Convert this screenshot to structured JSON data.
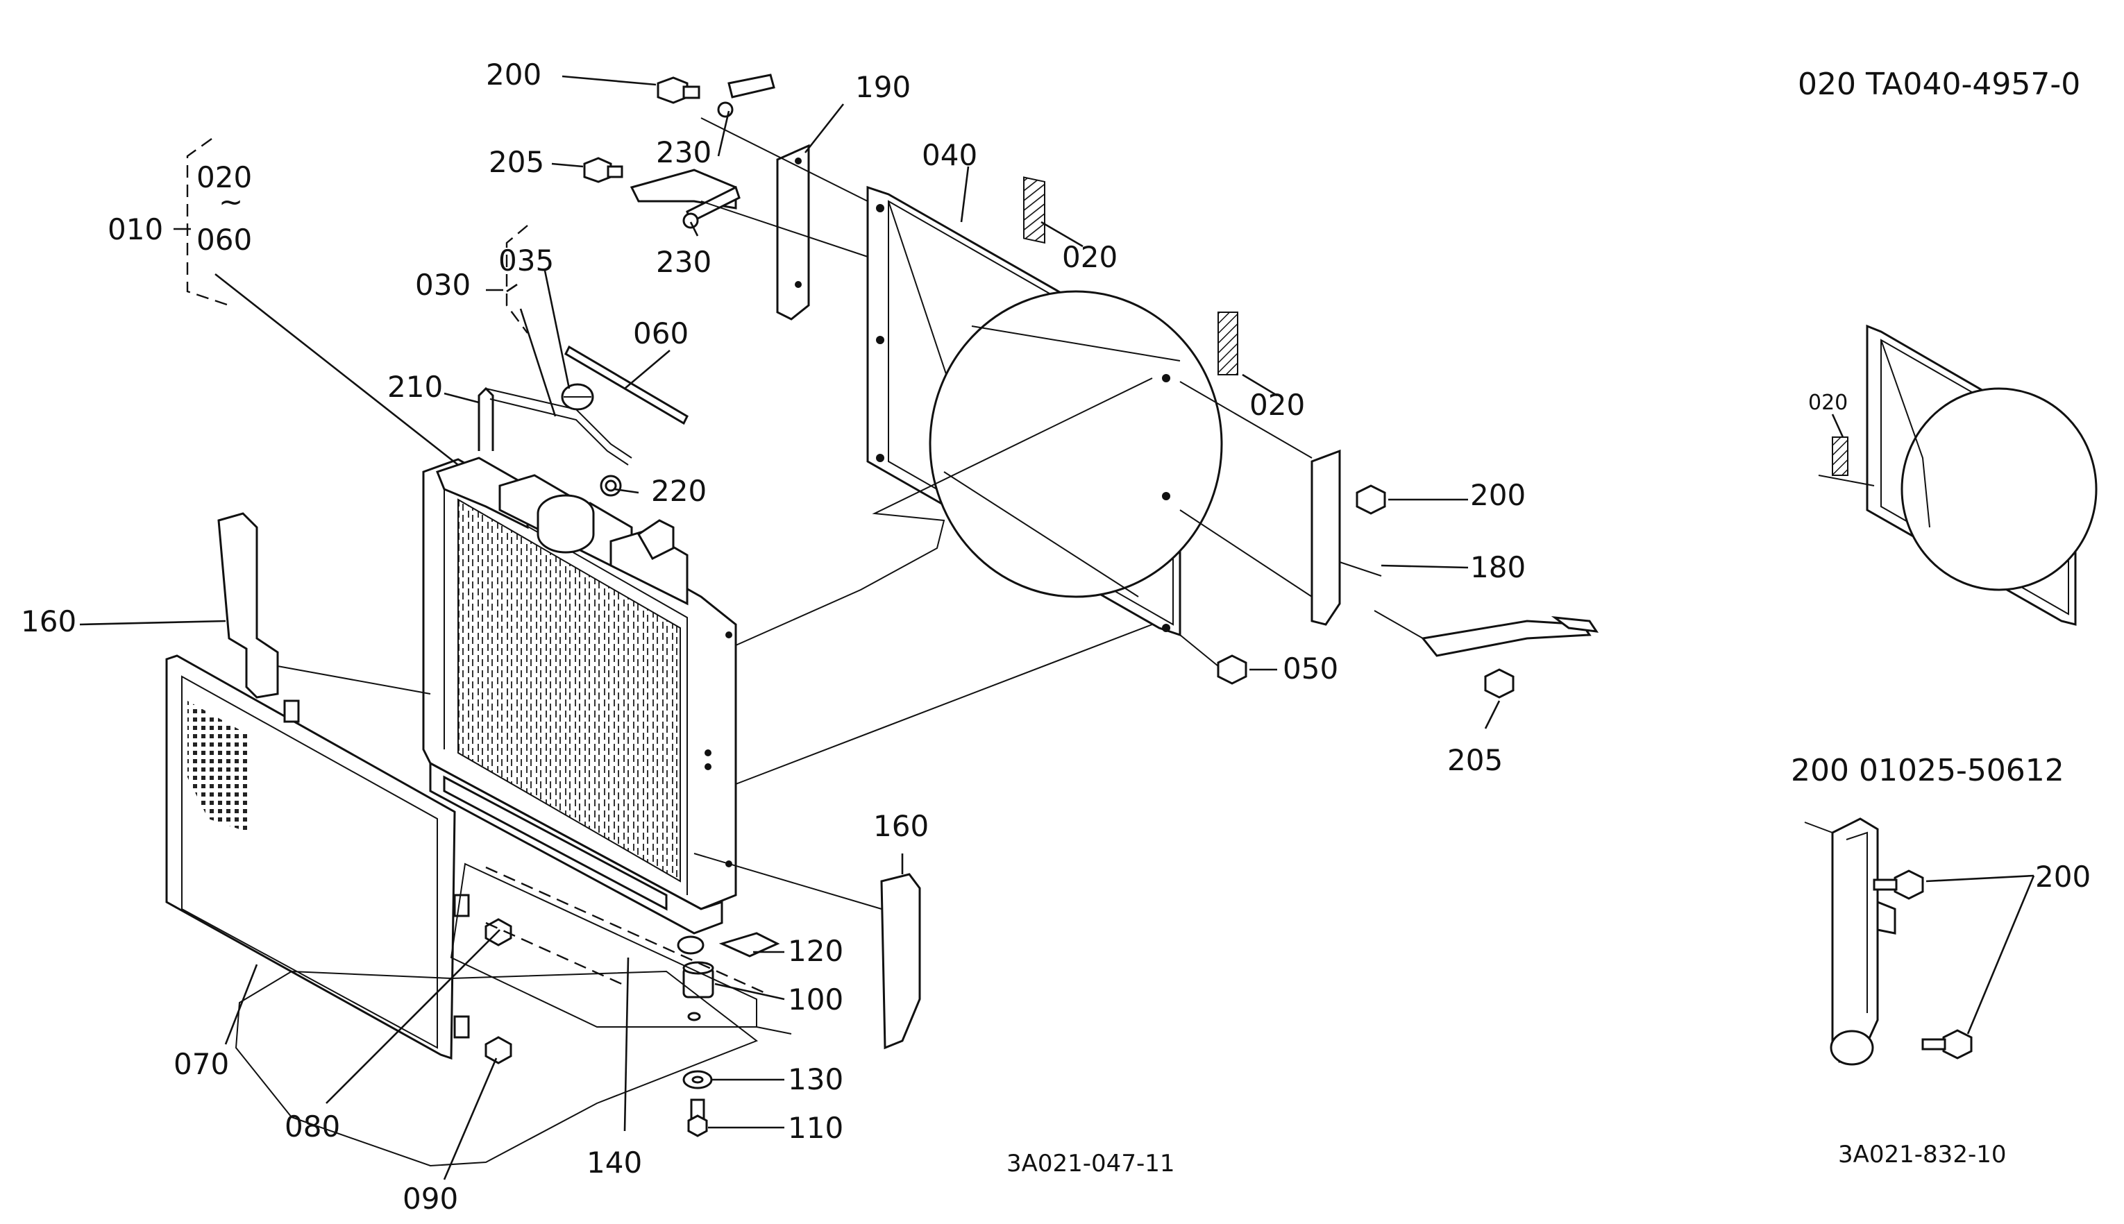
{
  "diagram": {
    "header_part_code": "020 TA040-4957-0",
    "header_bolt_code": "200  01025-50612",
    "drawing_number_main": "3A021-047-11",
    "drawing_number_detail": "3A021-832-10",
    "labels": {
      "p010": "010",
      "p020a": "020",
      "p020_tilde": "~",
      "p060a": "060",
      "p030": "030",
      "p035": "035",
      "p060b": "060",
      "p210": "210",
      "p220": "220",
      "p200a": "200",
      "p205a": "205",
      "p230a": "230",
      "p230b": "230",
      "p190": "190",
      "p040": "040",
      "p020b": "020",
      "p020c": "020",
      "p200b": "200",
      "p180": "180",
      "p050": "050",
      "p205b": "205",
      "p160a": "160",
      "p160b": "160",
      "p120": "120",
      "p100": "100",
      "p130": "130",
      "p110": "110",
      "p140": "140",
      "p070": "070",
      "p080": "080",
      "p090": "090",
      "p020_inset": "020",
      "p200_inset": "200"
    }
  }
}
